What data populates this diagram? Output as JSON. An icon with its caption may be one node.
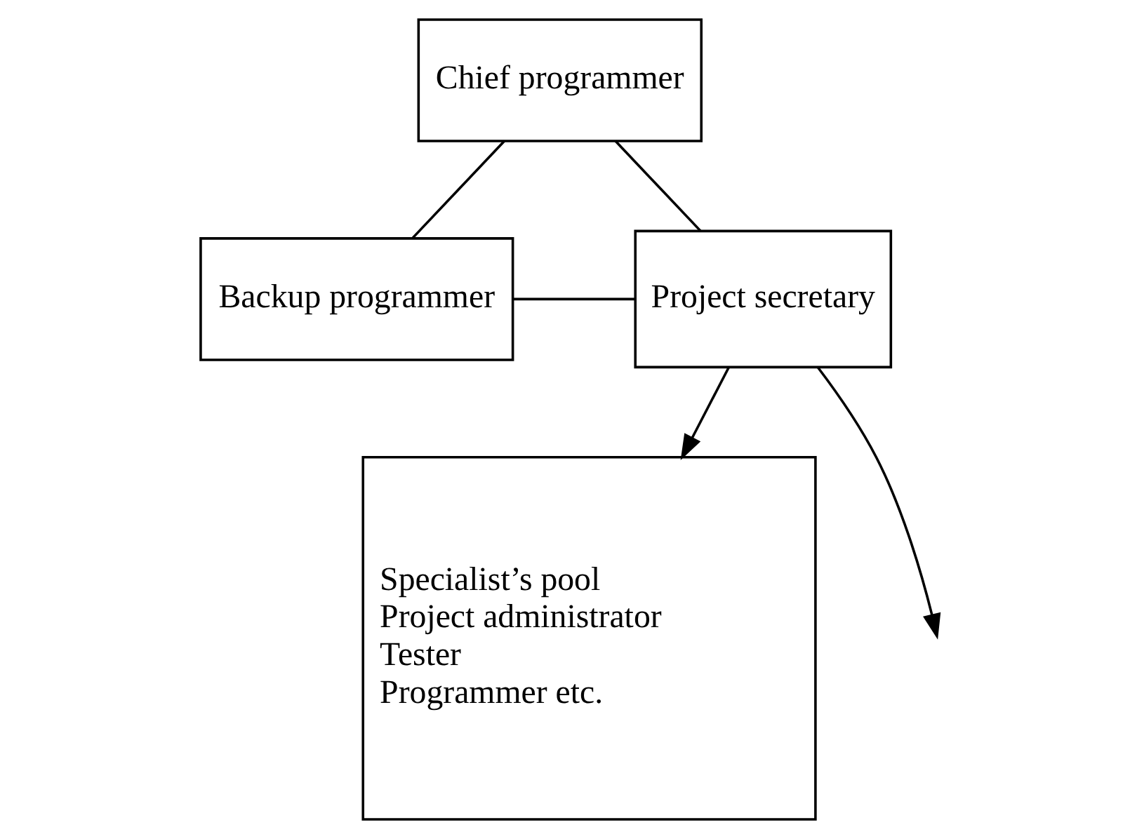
{
  "diagram": {
    "nodes": [
      {
        "text": [
          "Chief programmer"
        ]
      },
      {
        "text": [
          "Backup programmer"
        ]
      },
      {
        "text": [
          "Project secretary"
        ]
      },
      {
        "text": [
          "Specialist’s pool",
          "Project administrator",
          "Tester",
          "Programmer etc."
        ]
      }
    ],
    "edges": [
      {
        "from": 0,
        "to": 1,
        "arrow": "none"
      },
      {
        "from": 0,
        "to": 2,
        "arrow": "none"
      },
      {
        "from": 1,
        "to": 2,
        "arrow": "none"
      },
      {
        "from": 2,
        "to": 3,
        "arrow": "to"
      },
      {
        "from": 2,
        "to": null,
        "arrow": "to"
      }
    ]
  }
}
